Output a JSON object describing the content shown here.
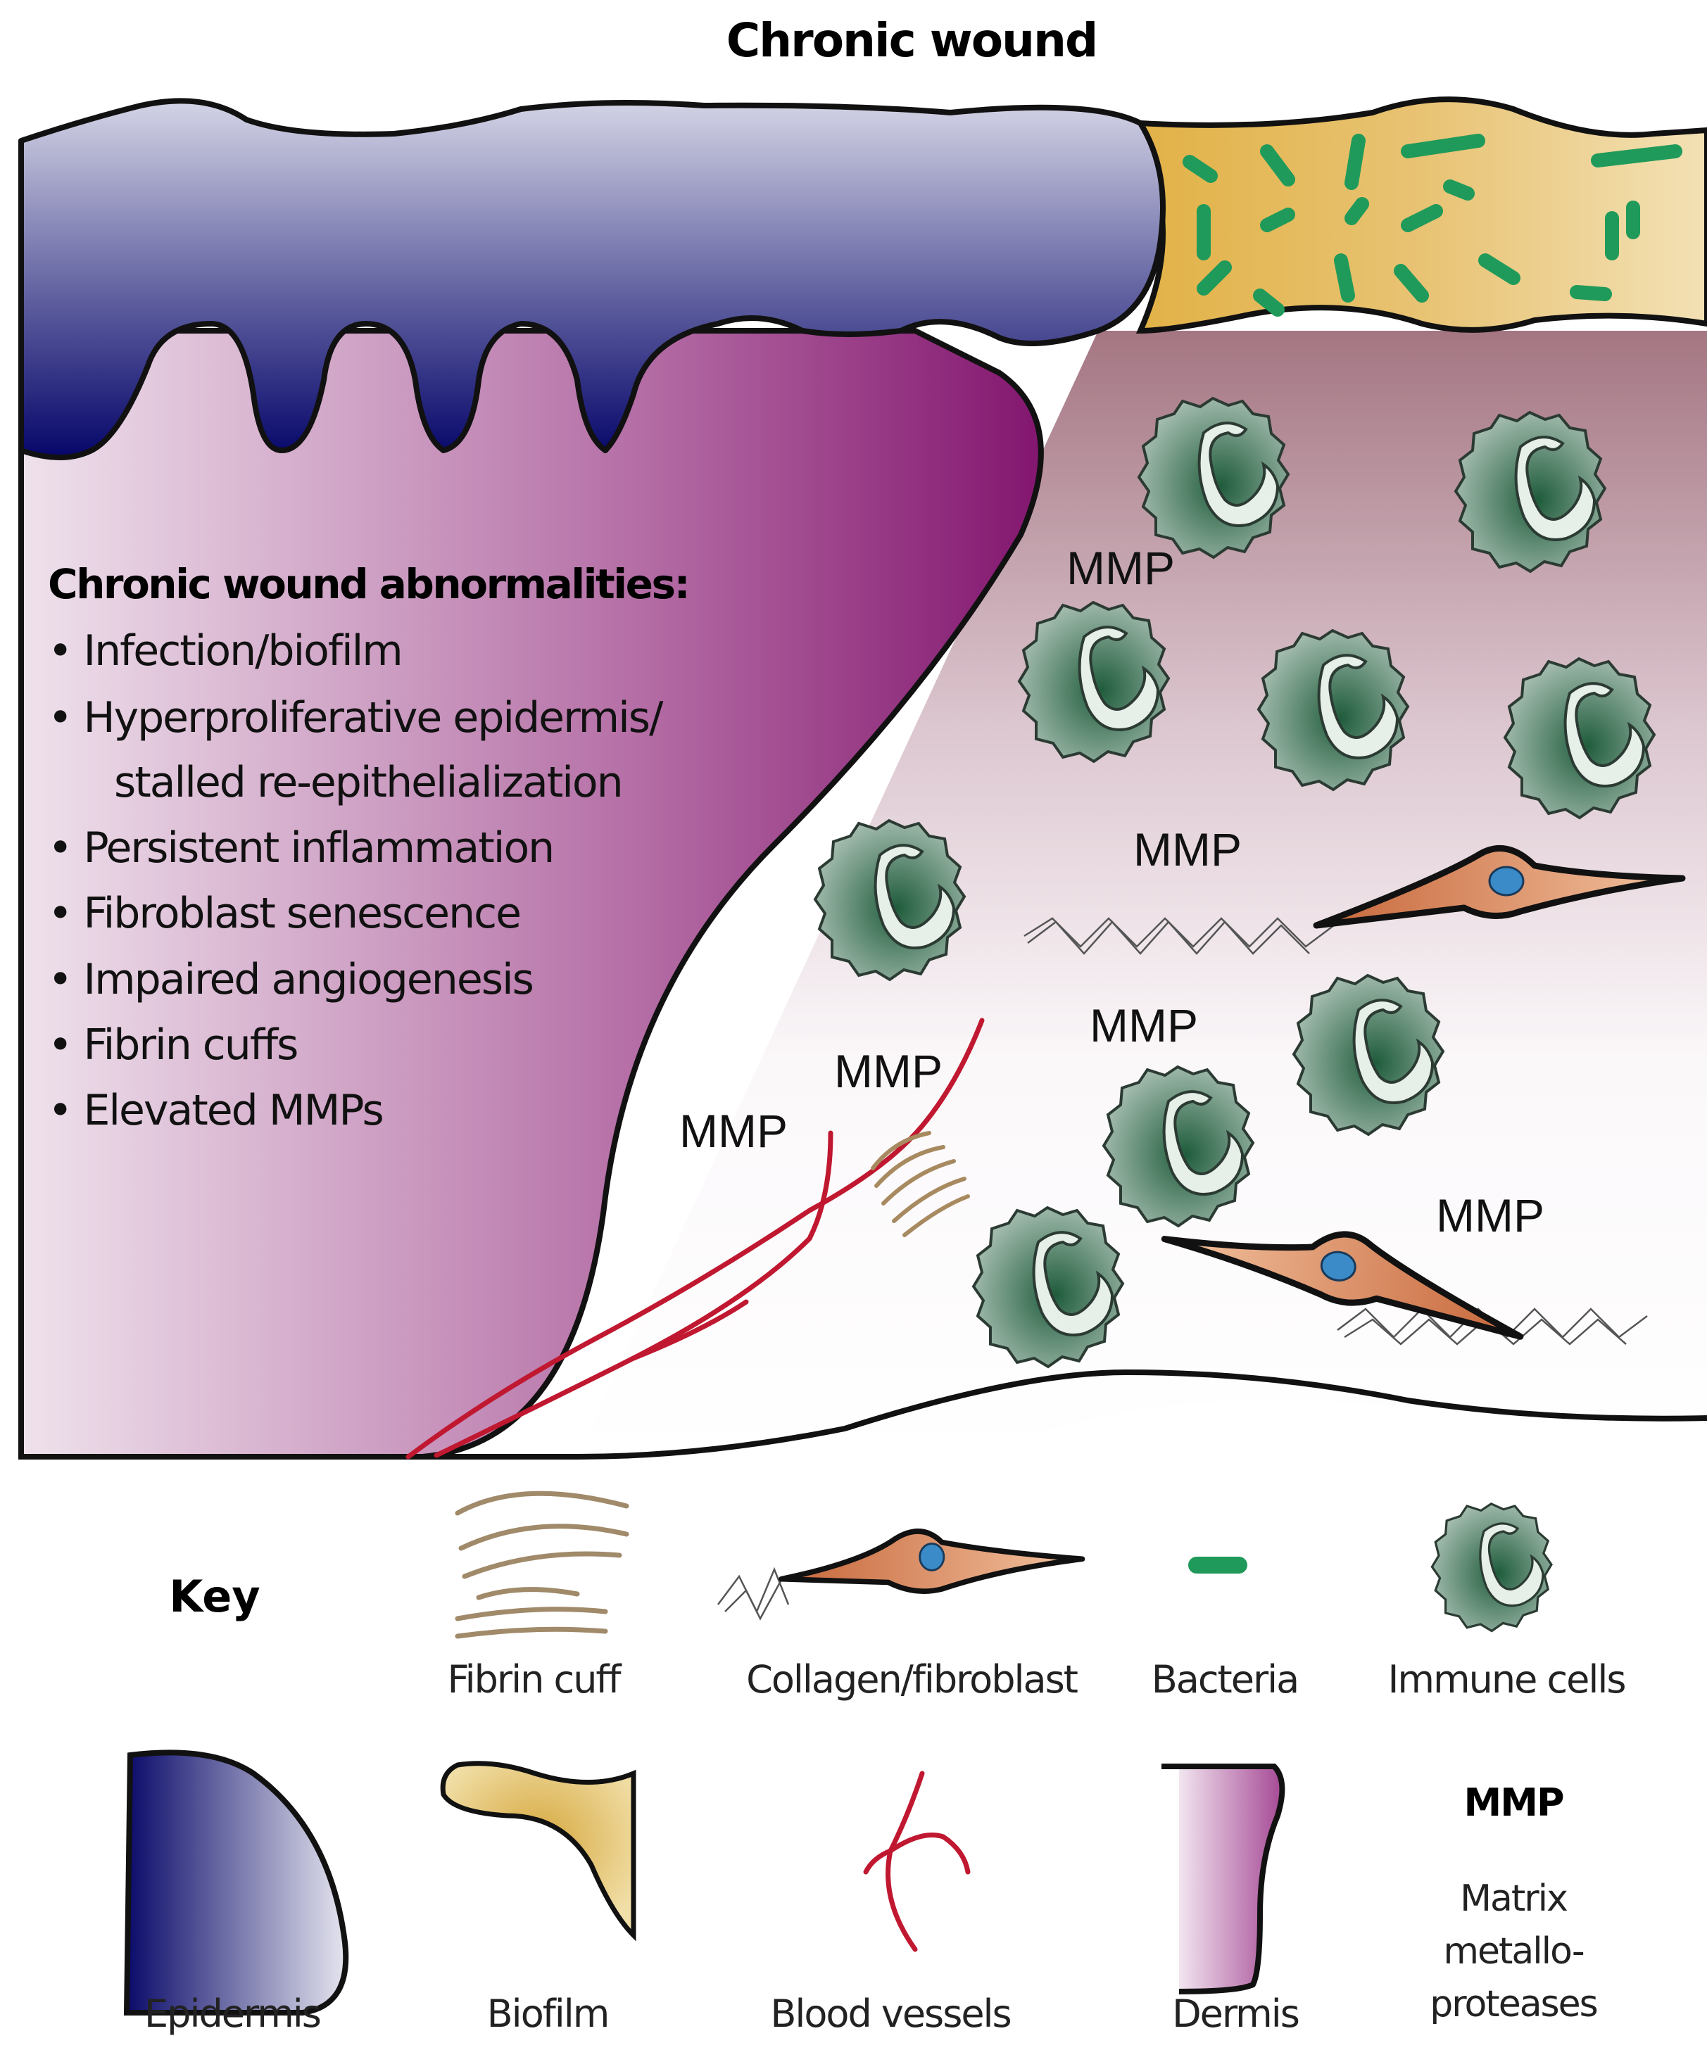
{
  "title": "Chronic wound",
  "abnormalities": {
    "heading": "Chronic wound abnormalities:",
    "items": [
      "• Infection/biofilm",
      "• Hyperproliferative epidermis/",
      "stalled re-epithelialization",
      "• Persistent inflammation",
      "• Fibroblast senescence",
      "• Impaired angiogenesis",
      "• Fibrin cuffs",
      "• Elevated MMPs"
    ]
  },
  "mmp_labels": [
    "MMP",
    "MMP",
    "MMP",
    "MMP",
    "MMP",
    "MMP"
  ],
  "key": {
    "title": "Key",
    "row1": [
      {
        "label": "Fibrin cuff",
        "icon": "fibrin-cuff-icon"
      },
      {
        "label": "Collagen/fibroblast",
        "icon": "fibroblast-icon"
      },
      {
        "label": "Bacteria",
        "icon": "bacteria-icon"
      },
      {
        "label": "Immune cells",
        "icon": "immune-cell-icon"
      }
    ],
    "row2": [
      {
        "label": "Epidermis",
        "icon": "epidermis-swatch-icon"
      },
      {
        "label": "Biofilm",
        "icon": "biofilm-swatch-icon"
      },
      {
        "label": "Blood vessels",
        "icon": "blood-vessel-icon"
      },
      {
        "label": "Dermis",
        "icon": "dermis-swatch-icon"
      }
    ],
    "mmp": {
      "abbrev": "MMP",
      "desc_lines": [
        "Matrix",
        "metallo-",
        "proteases"
      ]
    }
  },
  "colors": {
    "epidermis_dark": "#0d0d6b",
    "epidermis_light": "#cfcfe2",
    "dermis_purple": "#8a1f7a",
    "dermis_light": "#efe0ea",
    "wound_bed_top": "#a87b86",
    "biofilm": "#e0b24a",
    "bacteria": "#1f9a5a",
    "immune_cell": "#4f7a63",
    "fibroblast": "#e29a6a",
    "nucleus": "#3a8bc8",
    "blood_vessel": "#c01830",
    "fibrin": "#a88a60"
  }
}
